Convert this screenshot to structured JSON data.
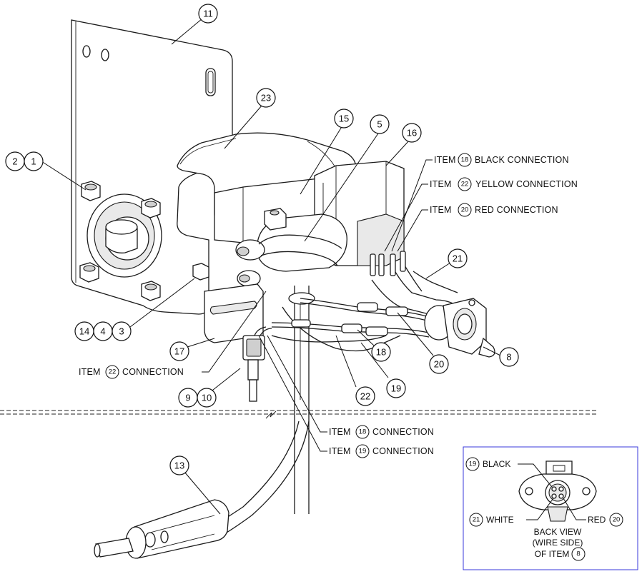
{
  "balloons": [
    {
      "id": "b11",
      "label": "11"
    },
    {
      "id": "b23",
      "label": "23"
    },
    {
      "id": "b15",
      "label": "15"
    },
    {
      "id": "b5",
      "label": "5"
    },
    {
      "id": "b16",
      "label": "16"
    },
    {
      "id": "b2",
      "label": "2"
    },
    {
      "id": "b1",
      "label": "1"
    },
    {
      "id": "b21",
      "label": "21"
    },
    {
      "id": "b14",
      "label": "14"
    },
    {
      "id": "b4",
      "label": "4"
    },
    {
      "id": "b3",
      "label": "3"
    },
    {
      "id": "b17",
      "label": "17"
    },
    {
      "id": "b18",
      "label": "18"
    },
    {
      "id": "b20",
      "label": "20"
    },
    {
      "id": "b8",
      "label": "8"
    },
    {
      "id": "b19",
      "label": "19"
    },
    {
      "id": "b22",
      "label": "22"
    },
    {
      "id": "b9",
      "label": "9"
    },
    {
      "id": "b10",
      "label": "10"
    },
    {
      "id": "b13",
      "label": "13"
    }
  ],
  "callouts": {
    "black_conn": {
      "prefix": "ITEM",
      "item": "18",
      "suffix": "BLACK CONNECTION"
    },
    "yellow_conn": {
      "prefix": "ITEM",
      "item": "22",
      "suffix": "YELLOW CONNECTION"
    },
    "red_conn": {
      "prefix": "ITEM",
      "item": "20",
      "suffix": "RED CONNECTION"
    },
    "item22_conn": {
      "prefix": "ITEM",
      "item": "22",
      "suffix": "CONNECTION"
    },
    "item18_conn": {
      "prefix": "ITEM",
      "item": "18",
      "suffix": "CONNECTION"
    },
    "item19_conn": {
      "prefix": "ITEM",
      "item": "19",
      "suffix": "CONNECTION"
    }
  },
  "inset": {
    "black": {
      "item": "19",
      "text": "BLACK"
    },
    "white": {
      "item": "21",
      "text": "WHITE"
    },
    "red": {
      "item": "20",
      "text": "RED"
    },
    "caption_line1": "BACK VIEW",
    "caption_line2": "(WIRE SIDE)",
    "caption_line3": "OF ITEM",
    "caption_item": "8"
  }
}
